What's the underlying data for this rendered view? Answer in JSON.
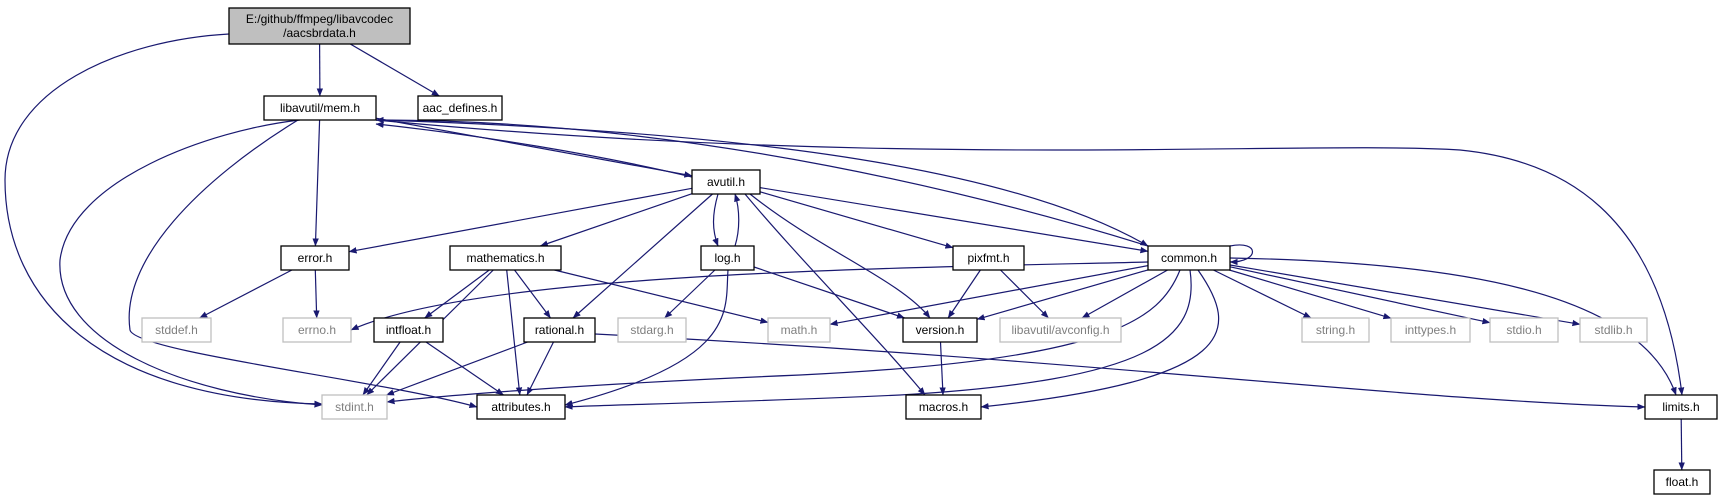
{
  "colors": {
    "edge": "#191970",
    "root_fill": "#bfbfbf",
    "node_border": "#000000",
    "external_border": "#bfbfbf",
    "text": "#000000",
    "external_text": "#7f7f7f"
  },
  "nodes": [
    {
      "id": "root",
      "lines": [
        "E:/github/ffmpeg/libavcodec",
        "/aacsbrdata.h"
      ],
      "kind": "root"
    },
    {
      "id": "mem",
      "lines": [
        "libavutil/mem.h"
      ],
      "kind": "internal"
    },
    {
      "id": "aac_defines",
      "lines": [
        "aac_defines.h"
      ],
      "kind": "internal"
    },
    {
      "id": "avutil",
      "lines": [
        "avutil.h"
      ],
      "kind": "internal"
    },
    {
      "id": "error",
      "lines": [
        "error.h"
      ],
      "kind": "internal"
    },
    {
      "id": "mathematics",
      "lines": [
        "mathematics.h"
      ],
      "kind": "internal"
    },
    {
      "id": "log",
      "lines": [
        "log.h"
      ],
      "kind": "internal"
    },
    {
      "id": "pixfmt",
      "lines": [
        "pixfmt.h"
      ],
      "kind": "internal"
    },
    {
      "id": "common",
      "lines": [
        "common.h"
      ],
      "kind": "internal"
    },
    {
      "id": "stddef",
      "lines": [
        "stddef.h"
      ],
      "kind": "external"
    },
    {
      "id": "errno",
      "lines": [
        "errno.h"
      ],
      "kind": "external"
    },
    {
      "id": "intfloat",
      "lines": [
        "intfloat.h"
      ],
      "kind": "internal"
    },
    {
      "id": "rational",
      "lines": [
        "rational.h"
      ],
      "kind": "internal"
    },
    {
      "id": "stdarg",
      "lines": [
        "stdarg.h"
      ],
      "kind": "external"
    },
    {
      "id": "math",
      "lines": [
        "math.h"
      ],
      "kind": "external"
    },
    {
      "id": "version",
      "lines": [
        "version.h"
      ],
      "kind": "internal"
    },
    {
      "id": "avconfig",
      "lines": [
        "libavutil/avconfig.h"
      ],
      "kind": "external"
    },
    {
      "id": "string",
      "lines": [
        "string.h"
      ],
      "kind": "external"
    },
    {
      "id": "inttypes",
      "lines": [
        "inttypes.h"
      ],
      "kind": "external"
    },
    {
      "id": "stdio",
      "lines": [
        "stdio.h"
      ],
      "kind": "external"
    },
    {
      "id": "stdlib",
      "lines": [
        "stdlib.h"
      ],
      "kind": "external"
    },
    {
      "id": "stdint",
      "lines": [
        "stdint.h"
      ],
      "kind": "external"
    },
    {
      "id": "attributes",
      "lines": [
        "attributes.h"
      ],
      "kind": "internal"
    },
    {
      "id": "macros",
      "lines": [
        "macros.h"
      ],
      "kind": "internal"
    },
    {
      "id": "limits",
      "lines": [
        "limits.h"
      ],
      "kind": "internal"
    },
    {
      "id": "float",
      "lines": [
        "float.h"
      ],
      "kind": "internal"
    }
  ],
  "edges": [
    {
      "from": "root",
      "to": "mem"
    },
    {
      "from": "root",
      "to": "aac_defines"
    },
    {
      "from": "root",
      "to": "stdint"
    },
    {
      "from": "mem",
      "to": "avutil"
    },
    {
      "from": "mem",
      "to": "error"
    },
    {
      "from": "mem",
      "to": "stdint"
    },
    {
      "from": "mem",
      "to": "attributes"
    },
    {
      "from": "mem",
      "to": "limits"
    },
    {
      "from": "mem",
      "to": "common"
    },
    {
      "from": "avutil",
      "to": "error"
    },
    {
      "from": "avutil",
      "to": "mathematics"
    },
    {
      "from": "avutil",
      "to": "log"
    },
    {
      "from": "avutil",
      "to": "pixfmt"
    },
    {
      "from": "avutil",
      "to": "common"
    },
    {
      "from": "avutil",
      "to": "rational"
    },
    {
      "from": "avutil",
      "to": "version"
    },
    {
      "from": "avutil",
      "to": "macros"
    },
    {
      "from": "avutil",
      "to": "mem"
    },
    {
      "from": "error",
      "to": "stddef"
    },
    {
      "from": "error",
      "to": "errno"
    },
    {
      "from": "mathematics",
      "to": "stdint"
    },
    {
      "from": "mathematics",
      "to": "intfloat"
    },
    {
      "from": "mathematics",
      "to": "rational"
    },
    {
      "from": "mathematics",
      "to": "attributes"
    },
    {
      "from": "mathematics",
      "to": "math"
    },
    {
      "from": "log",
      "to": "avutil"
    },
    {
      "from": "log",
      "to": "stdarg"
    },
    {
      "from": "log",
      "to": "version"
    },
    {
      "from": "log",
      "to": "attributes"
    },
    {
      "from": "pixfmt",
      "to": "version"
    },
    {
      "from": "pixfmt",
      "to": "avconfig"
    },
    {
      "from": "intfloat",
      "to": "stdint"
    },
    {
      "from": "intfloat",
      "to": "attributes"
    },
    {
      "from": "rational",
      "to": "stdint"
    },
    {
      "from": "rational",
      "to": "attributes"
    },
    {
      "from": "rational",
      "to": "limits"
    },
    {
      "from": "version",
      "to": "macros"
    },
    {
      "from": "common",
      "to": "common"
    },
    {
      "from": "common",
      "to": "errno"
    },
    {
      "from": "common",
      "to": "math"
    },
    {
      "from": "common",
      "to": "version"
    },
    {
      "from": "common",
      "to": "avconfig"
    },
    {
      "from": "common",
      "to": "string"
    },
    {
      "from": "common",
      "to": "inttypes"
    },
    {
      "from": "common",
      "to": "stdio"
    },
    {
      "from": "common",
      "to": "stdlib"
    },
    {
      "from": "common",
      "to": "limits"
    },
    {
      "from": "common",
      "to": "stdint"
    },
    {
      "from": "common",
      "to": "attributes"
    },
    {
      "from": "common",
      "to": "macros"
    },
    {
      "from": "common",
      "to": "mem"
    },
    {
      "from": "limits",
      "to": "float"
    }
  ]
}
